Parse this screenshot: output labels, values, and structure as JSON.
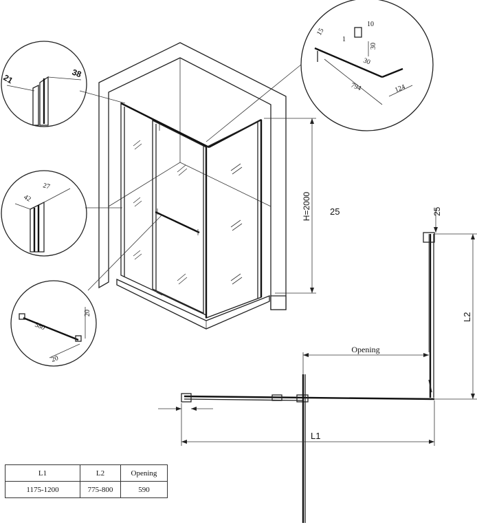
{
  "details": {
    "corner_profile": {
      "dim_a": "21",
      "dim_b": "38"
    },
    "side_profile": {
      "dim_a": "27",
      "dim_b": "42"
    },
    "handle": {
      "length": "580",
      "height": "20",
      "depth": "20"
    },
    "top_rail": {
      "d1": "10",
      "d2": "1",
      "d3": "15",
      "d4": "30",
      "d5": "30",
      "length": "794",
      "return": "124"
    }
  },
  "main_view": {
    "height_label": "H=2000"
  },
  "plan_view": {
    "floating_label": "25",
    "top_offset": "25",
    "l2_label": "L2",
    "opening_label": "Opening",
    "l1_label": "L1"
  },
  "table": {
    "headers": [
      "L1",
      "L2",
      "Opening"
    ],
    "row": [
      "1175-1200",
      "775-800",
      "590"
    ]
  }
}
